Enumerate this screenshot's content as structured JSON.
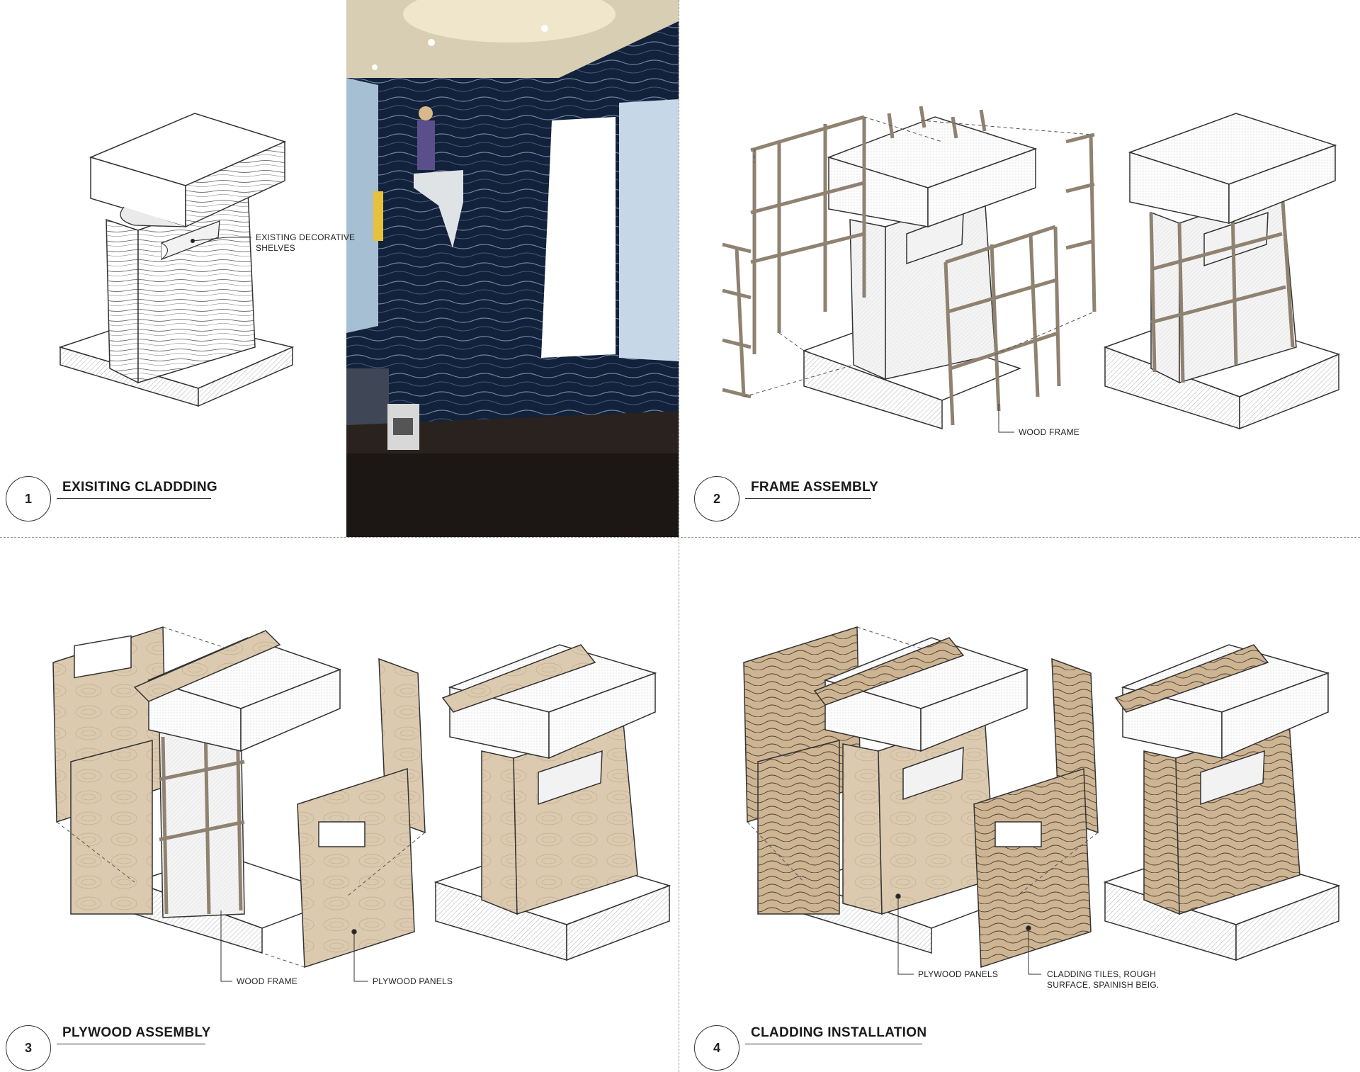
{
  "panels": [
    {
      "number": "1",
      "title": "EXISITING CLADDDING"
    },
    {
      "number": "2",
      "title": "FRAME ASSEMBLY"
    },
    {
      "number": "3",
      "title": "PLYWOOD ASSEMBLY"
    },
    {
      "number": "4",
      "title": "CLADDING INSTALLATION"
    }
  ],
  "callouts": {
    "existing_shelves_1": "EXISTING DECORATIVE",
    "existing_shelves_2": "SHELVES",
    "wood_frame_2": "WOOD FRAME",
    "wood_frame_3": "WOOD FRAME",
    "plywood_panels_3": "PLYWOOD PANELS",
    "plywood_panels_4": "PLYWOOD PANELS",
    "cladding_tiles_1": "CLADDING TILES, ROUGH",
    "cladding_tiles_2": "SURFACE, SPAINISH BEIG."
  },
  "colors": {
    "plywood": "#dccab0",
    "frame": "#b3a58f",
    "line": "#333333",
    "photo_wall": "#13223b"
  }
}
